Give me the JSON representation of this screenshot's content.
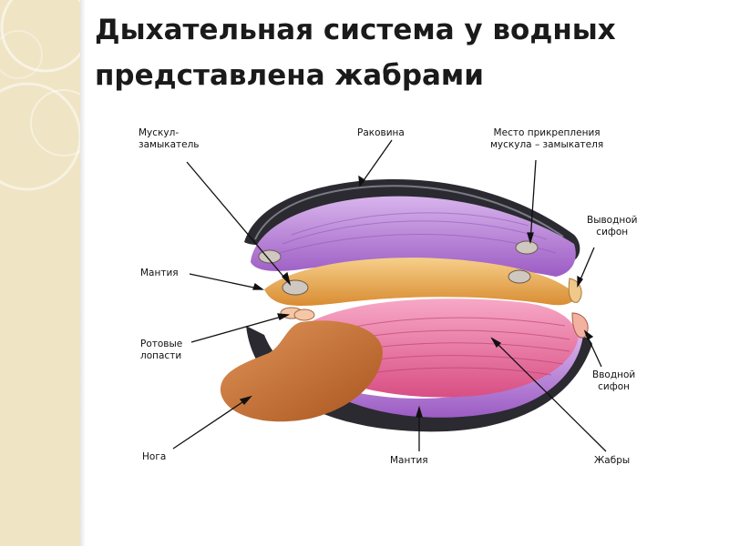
{
  "slide": {
    "title_line1": "Дыхательная система у водных",
    "title_line2": "представлена жабрами"
  },
  "diagram": {
    "labels": {
      "muscle_closer": [
        "Мускул-",
        "замыкатель"
      ],
      "shell": "Раковина",
      "attachment_site": [
        "Место прикрепления",
        "мускула – замыкателя"
      ],
      "outlet_siphon": [
        "Выводной",
        "сифон"
      ],
      "mantle_top": "Мантия",
      "oral_lobes": [
        "Ротовые",
        "лопасти"
      ],
      "inlet_siphon": [
        "Вводной",
        "сифон"
      ],
      "foot": "Нога",
      "mantle_bottom": "Мантия",
      "gills": "Жабры"
    }
  },
  "colors": {
    "side_strip": "#efe4c4",
    "shell_dark": "#2a2a30",
    "mantle_purple": "#b07ad0",
    "body_orange": "#e0a050",
    "foot_brown": "#c8743a",
    "gills_pink": "#e66a9a"
  }
}
